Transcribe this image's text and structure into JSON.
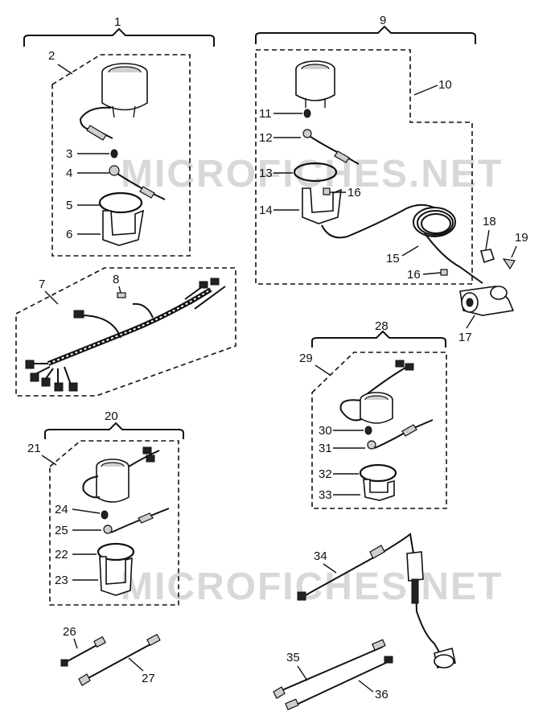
{
  "watermark": "MICROFICHES.NET",
  "callouts": {
    "c1": "1",
    "c2": "2",
    "c3": "3",
    "c4": "4",
    "c5": "5",
    "c6": "6",
    "c7": "7",
    "c8": "8",
    "c9": "9",
    "c10": "10",
    "c11": "11",
    "c12": "12",
    "c13": "13",
    "c14": "14",
    "c15": "15",
    "c16a": "16",
    "c16b": "16",
    "c17": "17",
    "c18": "18",
    "c19": "19",
    "c20": "20",
    "c21": "21",
    "c22": "22",
    "c23": "23",
    "c24": "24",
    "c25": "25",
    "c26": "26",
    "c27": "27",
    "c28": "28",
    "c29": "29",
    "c30": "30",
    "c31": "31",
    "c32": "32",
    "c33": "33",
    "c34": "34",
    "c35": "35",
    "c36": "36"
  }
}
